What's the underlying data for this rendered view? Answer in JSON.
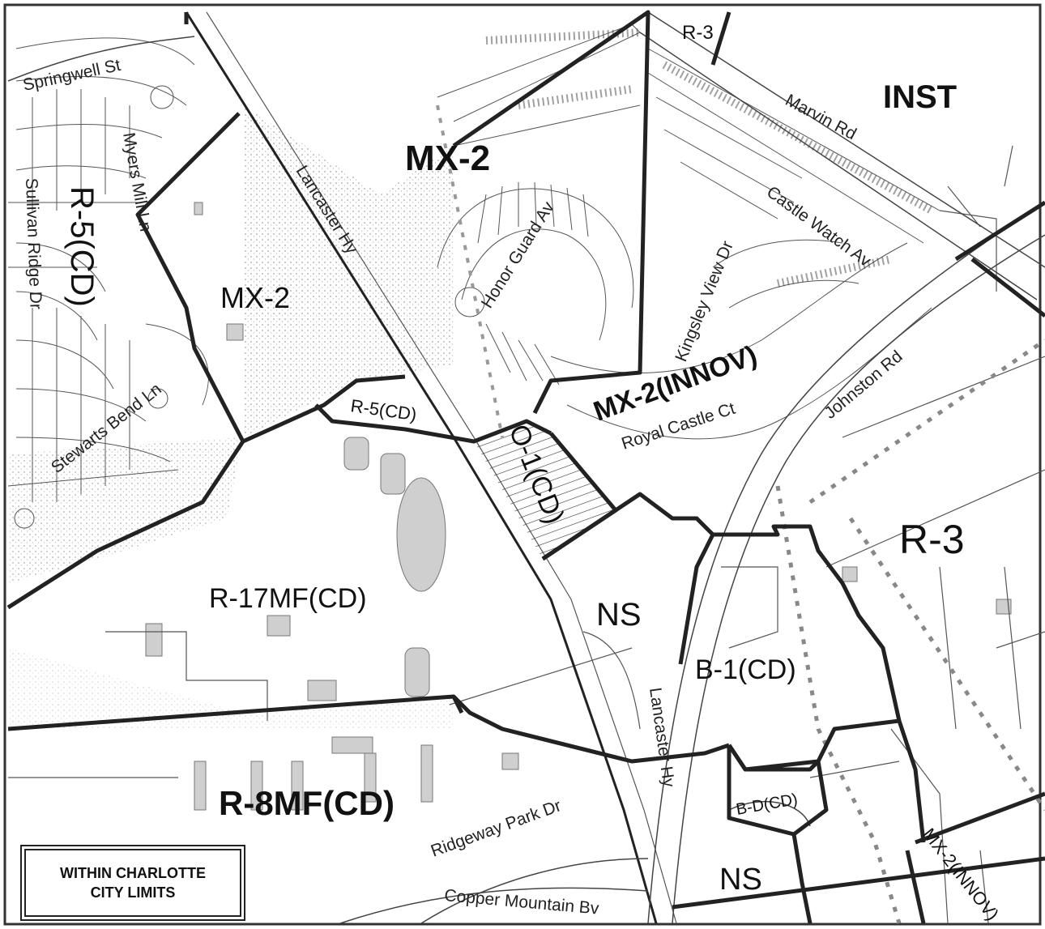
{
  "zones": {
    "inst": "INST",
    "mx2_top": "MX-2",
    "r3_top": "R-3",
    "r5cd_left": "R-5(CD)",
    "mx2_left": "MX-2",
    "mx2_innov": "MX-2(INNOV)",
    "r5cd_small": "R-5(CD)",
    "o1cd": "O-1(CD)",
    "r3_right": "R-3",
    "ns_mid": "NS",
    "r17mf": "R-17MF(CD)",
    "b1cd": "B-1(CD)",
    "bdcd": "B-D(CD)",
    "r8mf": "R-8MF(CD)",
    "ns_bottom": "NS",
    "mx2_innov_bottom": "MX-2(INNOV)"
  },
  "streets": {
    "springwell": "Springwell St",
    "myers_mill": "Myers Mill Ln",
    "sullivan_ridge": "Sullivan Ridge Dr",
    "stewarts_bend": "Stewarts Bend Ln",
    "lancaster_top": "Lancaster Hy",
    "honor_guard": "Honor Guard Av",
    "marvin": "Marvin Rd",
    "castle_watch": "Castle Watch Av",
    "kingsley_view": "Kingsley View Dr",
    "royal_castle": "Royal Castle Ct",
    "johnston": "Johnston Rd",
    "lancaster_bottom": "Lancaster Hy",
    "ridgeway_park": "Ridgeway Park Dr",
    "copper_mountain": "Copper Mountain Bv"
  },
  "legend": {
    "line1": "WITHIN CHARLOTTE",
    "line2": "CITY LIMITS"
  }
}
